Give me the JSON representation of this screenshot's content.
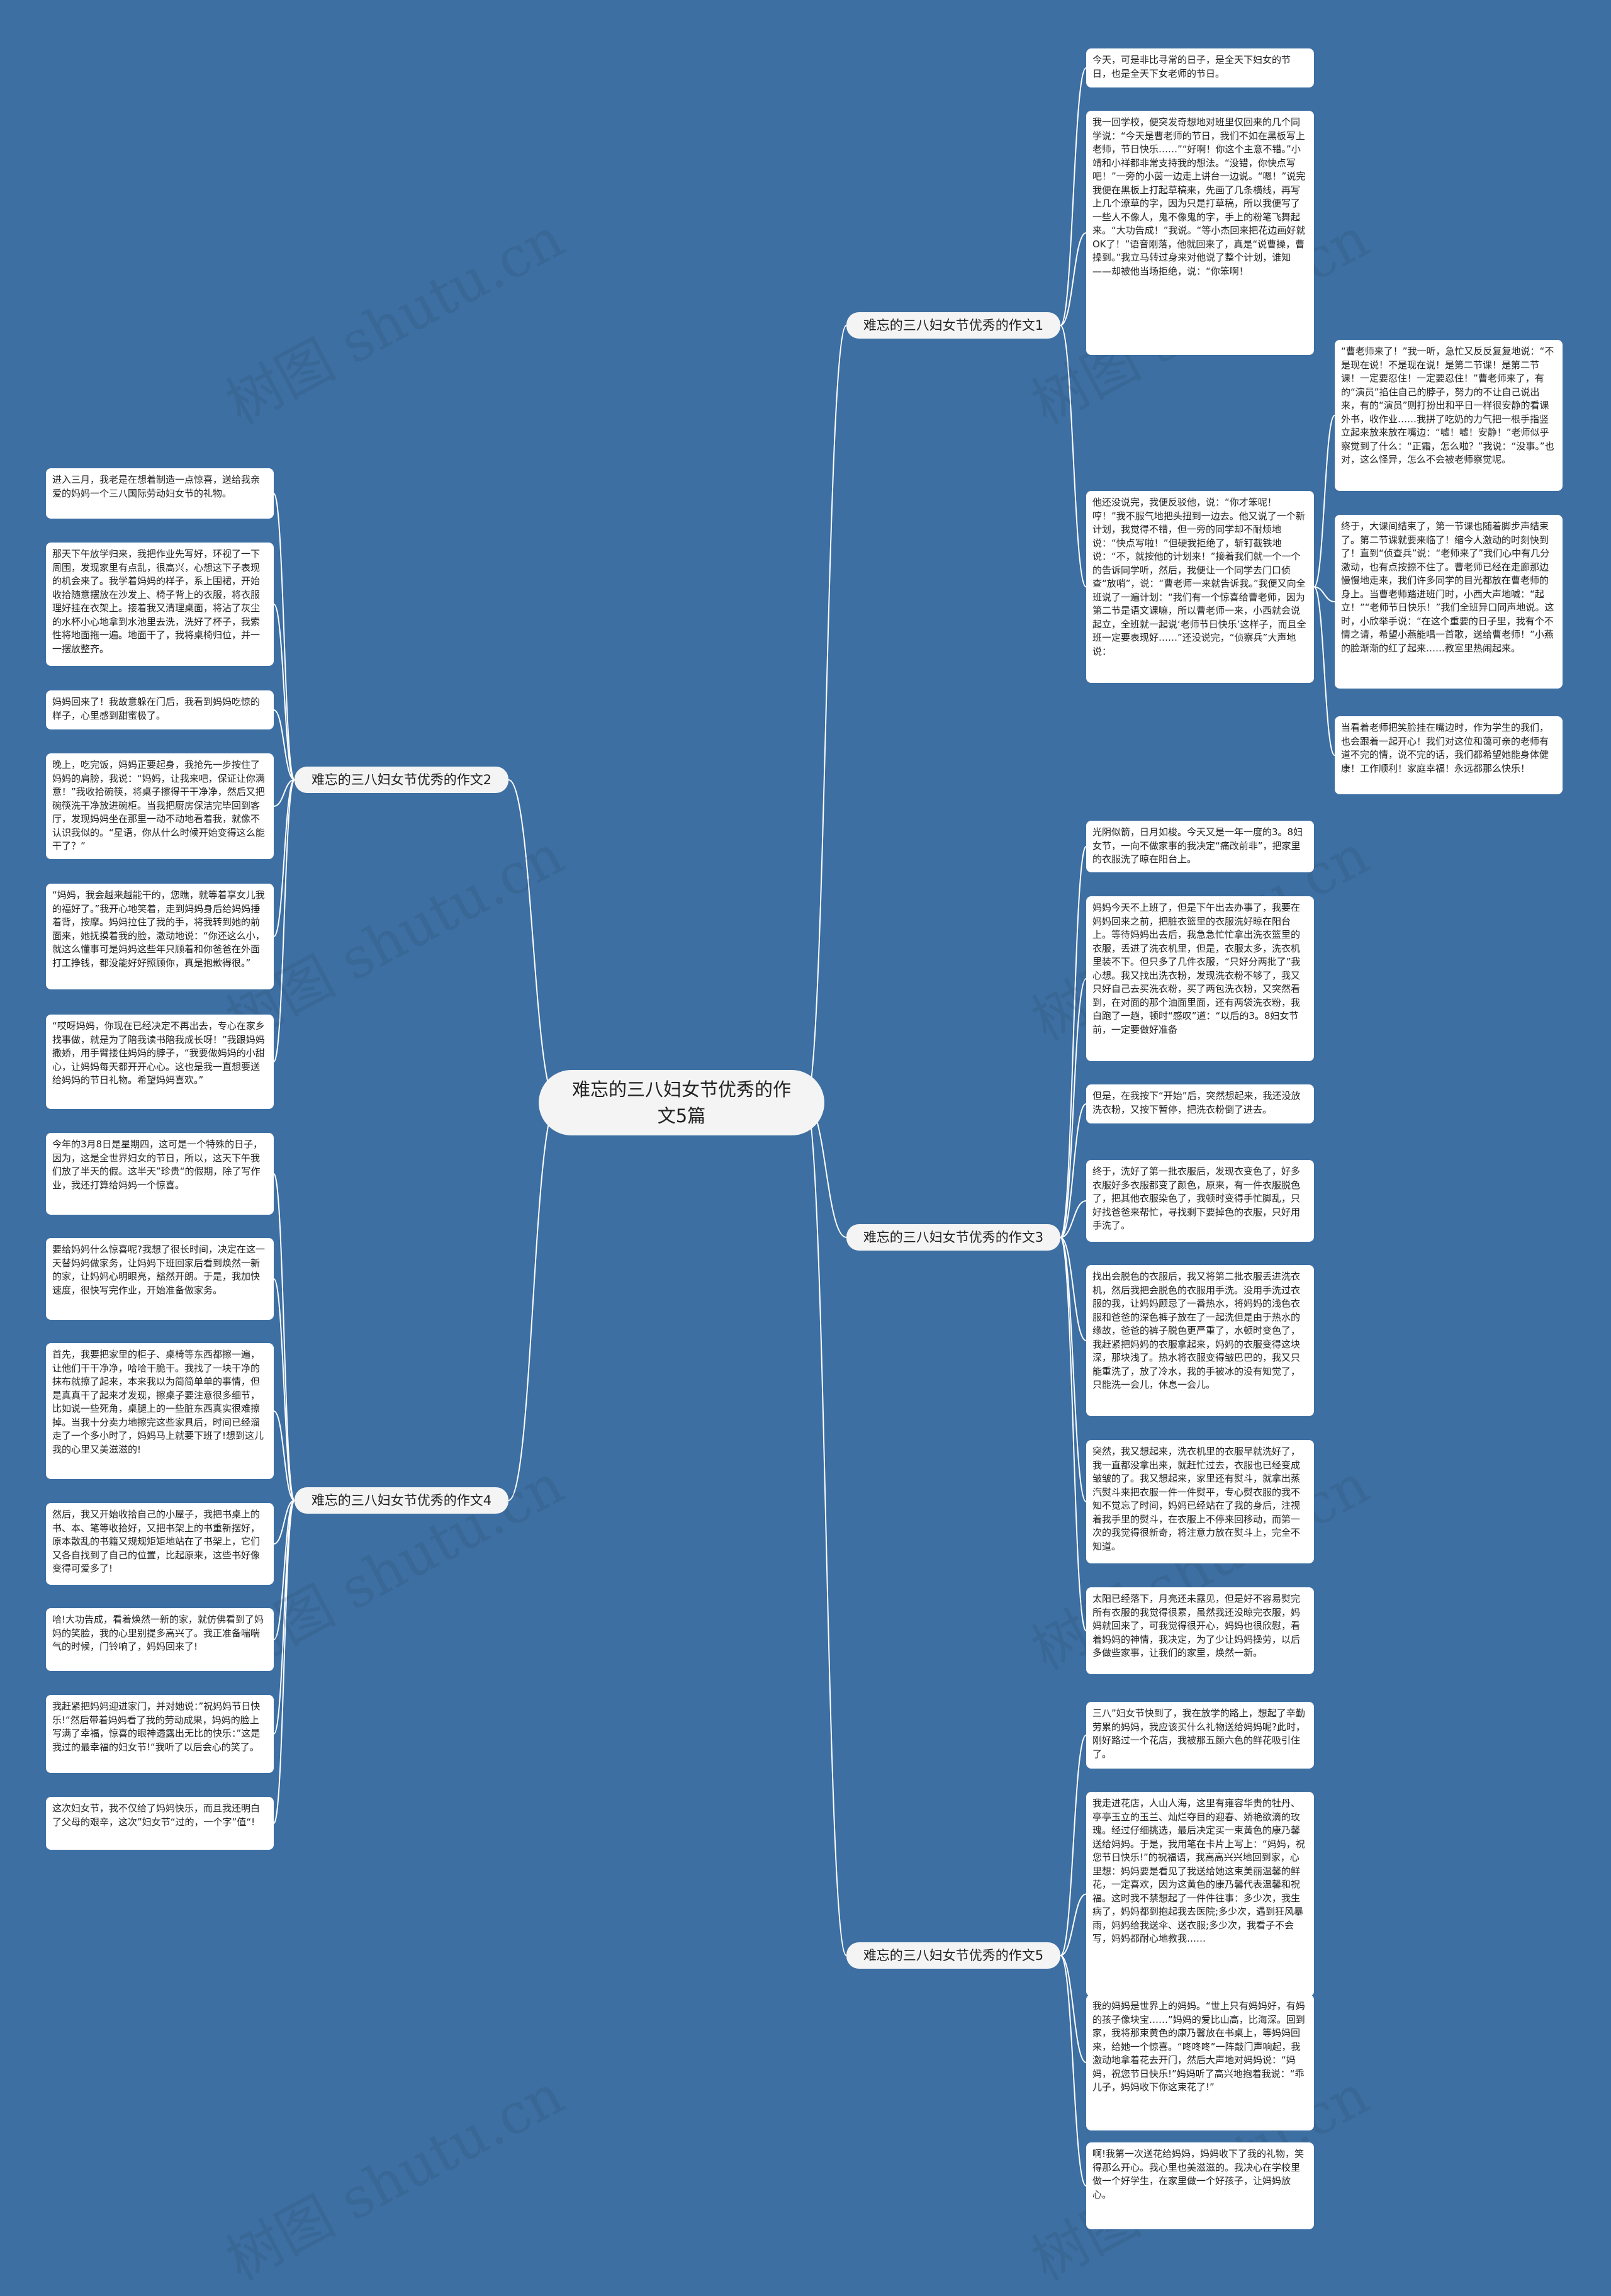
{
  "root": {
    "title": "难忘的三八妇女节优秀的作文5篇"
  },
  "branches": [
    {
      "label": "难忘的三八妇女节优秀的作文1",
      "notes": [
        "今天，可是非比寻常的日子，是全天下妇女的节日，也是全天下女老师的节日。",
        "我一回学校，便突发奇想地对班里仅回来的几个同学说：“今天是曹老师的节日，我们不如在黑板写上老师，节日快乐……”“好啊！你这个主意不错。”小靖和小祥都非常支持我的想法。“没错，你快点写吧！”一旁的小茵一边走上讲台一边说。“嗯！”说完我便在黑板上打起草稿来，先画了几条横线，再写上几个潦草的字，因为只是打草稿，所以我便写了一些人不像人，鬼不像鬼的字，手上的粉笔飞舞起来。“大功告成！”我说。“等小杰回来把花边画好就OK了！”语音刚落，他就回来了，真是“说曹操，曹操到。”我立马转过身来对他说了整个计划，谁知——却被他当场拒绝，说：“你笨啊！",
        "他还没说完，我便反驳他，说：“你才笨呢！哼！”我不服气地把头扭到一边去。他又说了一个新计划，我觉得不错，但一旁的同学却不耐烦地说：“快点写啦！”但硬我拒绝了，斩钉截铁地说：“不，就按他的计划来！”接着我们就一个一个的告诉同学听，然后，我便让一个同学去门口侦查“放哨”，说：“曹老师一来就告诉我。”我便又向全班说了一遍计划：“我们有一个惊喜给曹老师，因为第二节是语文课嘛，所以曹老师一来，小西就会说起立，全班就一起说‘老师节日快乐’这样子，而且全班一定要表现好……”还没说完，“侦察兵”大声地说：",
        "“曹老师来了！”我一听，急忙又反反复复地说：“不是现在说！不是现在说！是第二节课！是第二节课！一定要忍住！一定要忍住！”曹老师来了，有的“演员”掐住自己的脖子，努力的不让自己说出来，有的“演员”则打扮出和平日一样很安静的看课外书，收作业……我拼了吃奶的力气把一根手指竖立起来放来放在嘴边：“嘘！嘘！安静！”老师似乎察觉到了什么：“正霜，怎么啦？”我说：“没事。”也对，这么怪异，怎么不会被老师察觉呢。",
        "终于，大课间结束了，第一节课也随着脚步声结束了。第二节课就要来临了！缩今人激动的时刻快到了！直到“侦查兵”说：“老师来了”我们心中有几分激动，也有点按捺不住了。曹老师已经在走廊那边慢慢地走来，我们许多同学的目光都放在曹老师的身上。当曹老师踏进班门时，小西大声地喊：“起立！”“老师节日快乐！”我们全班异口同声地说。这时，小欣举手说：“在这个重要的日子里，我有个不情之请，希望小燕能唱一首歌，送给曹老师！”小燕的脸渐渐的红了起来……教室里热闹起来。",
        "当看着老师把笑脸挂在嘴边时，作为学生的我们，也会跟着一起开心！我们对这位和蔼可亲的老师有道不完的情，说不完的话，我们都希望她能身体健康！工作顺利！家庭幸福！永远都那么快乐！"
      ]
    },
    {
      "label": "难忘的三八妇女节优秀的作文2",
      "notes": [
        "进入三月，我老是在想着制造一点惊喜，送给我亲爱的妈妈一个三八国际劳动妇女节的礼物。",
        "那天下午放学归来，我把作业先写好，环视了一下周围，发现家里有点乱，很高兴，心想这下子表现的机会来了。我学着妈妈的样子，系上围裙，开始收拾随意摆放在沙发上、椅子背上的衣服，将衣服理好挂在衣架上。接着我又清理桌面，将沾了灰尘的水杯小心地拿到水池里去洗，洗好了杯子，我索性将地面拖一遍。地面干了，我将桌椅归位，并一一摆放整齐。",
        "妈妈回来了！我故意躲在门后，我看到妈妈吃惊的样子，心里感到甜蜜极了。",
        "晚上，吃完饭，妈妈正要起身，我抢先一步按住了妈妈的肩膀，我说：“妈妈，让我来吧，保证让你满意！”我收拾碗筷，将桌子擦得干干净净，然后又把碗筷洗干净放进碗柜。当我把厨房保洁完毕回到客厅，发现妈妈坐在那里一动不动地看着我，就像不认识我似的。“星语，你从什么时候开始变得这么能干了？”",
        "“妈妈，我会越来越能干的，您瞧，就等着享女儿我的福好了。”我开心地笑着，走到妈妈身后给妈妈捶着背，按摩。妈妈拉住了我的手，将我转到她的前面来，她抚摸着我的脸，激动地说：“你还这么小，就这么懂事可是妈妈这些年只顾着和你爸爸在外面打工挣钱，都没能好好照顾你，真是抱歉得很。”",
        "“哎呀妈妈，你现在已经决定不再出去，专心在家乡找事做，就是为了陪我读书陪我成长呀！”我跟妈妈撒娇，用手臂搂住妈妈的脖子，“我要做妈妈的小甜心，让妈妈每天都开开心心。这也是我一直想要送给妈妈的节日礼物。希望妈妈喜欢。”"
      ]
    },
    {
      "label": "难忘的三八妇女节优秀的作文3",
      "notes": [
        "光阴似箭，日月如梭。今天又是一年一度的3。8妇女节，一向不做家事的我决定“痛改前非”，把家里的衣服洗了晾在阳台上。",
        "妈妈今天不上班了，但是下午出去办事了，我要在妈妈回来之前，把脏衣篮里的衣服洗好晾在阳台上。等待妈妈出去后，我急急忙忙拿出洗衣篮里的衣服，丢进了洗衣机里，但是，衣服太多，洗衣机里装不下。但只多了几件衣服，“只好分两批了”我心想。我又找出洗衣粉，发现洗衣粉不够了，我又只好自己去买洗衣粉，买了两包洗衣粉，又突然看到，在对面的那个油面里面，还有两袋洗衣粉，我白跑了一趟，顿时“感叹”道：“以后的3。8妇女节前，一定要做好准备",
        "但是，在我按下“开始”后，突然想起来，我还没放洗衣粉，又按下暂停，把洗衣粉倒了进去。",
        "终于，洗好了第一批衣服后，发现衣变色了，好多衣服好多衣服都变了颜色，原来，有一件衣服脱色了，把其他衣服染色了，我顿时变得手忙脚乱，只好找爸爸来帮忙，寻找剩下要掉色的衣服，只好用手洗了。",
        "找出会脱色的衣服后，我又将第二批衣服丢进洗衣机，然后我把会脱色的衣服用手洗。没用手洗过衣服的我，让妈妈顾忌了一番热水，将妈妈的浅色衣服和爸爸的深色裤子放在了一起洗但是由于热水的缘故，爸爸的裤子脱色更严重了，水顿时变色了，我赶紧把妈妈的衣服拿起来，妈妈的衣服变得这块深，那块浅了。热水将衣服变得皱巴巴的，我又只能重洗了，放了冷水，我的手被冰的没有知觉了，只能洗一会儿，休息一会儿。",
        "突然，我又想起来，洗衣机里的衣服早就洗好了，我一直都没拿出来，就赶忙过去，衣服也已经变成皱皱的了。我又想起来，家里还有熨斗，就拿出蒸汽熨斗来把衣服一件一件熨平，专心熨衣服的我不知不觉忘了时间，妈妈已经站在了我的身后，注视着我手里的熨斗，在衣服上不停来回移动，而第一次的我觉得很新奇，将注意力放在熨斗上，完全不知道。",
        "太阳已经落下，月亮还未露见，但是好不容易熨完所有衣服的我觉得很累，虽然我还没晾完衣服，妈妈就回来了，可我觉得很开心，妈妈也很欣慰，看着妈妈的神情，我决定，为了少让妈妈操劳，以后多做些家事，让我们的家里，焕然一新。"
      ]
    },
    {
      "label": "难忘的三八妇女节优秀的作文4",
      "notes": [
        "今年的3月8日是星期四，这可是一个特殊的日子，因为，这是全世界妇女的节日，所以，这天下午我们放了半天的假。这半天”珍贵“的假期，除了写作业，我还打算给妈妈一个惊喜。",
        "要给妈妈什么惊喜呢?我想了很长时间，决定在这一天替妈妈做家务，让妈妈下班回家后看到焕然一新的家，让妈妈心明眼亮，豁然开朗。于是，我加快速度，很快写完作业，开始准备做家务。",
        "首先，我要把家里的柜子、桌椅等东西都擦一遍，让他们干干净净，哈哈干脆干。我找了一块干净的抹布就擦了起来，本来我以为简简单单的事情，但是真真干了起来才发现，擦桌子要注意很多细节，比如说一些死角，桌腿上的一些脏东西真实很难擦掉。当我十分卖力地擦完这些家具后，时间已经溜走了一个多小时了，妈妈马上就要下班了!想到这儿我的心里又美滋滋的!",
        "然后，我又开始收拾自己的小屋子，我把书桌上的书、本、笔等收拾好，又把书架上的书重新摆好，原本散乱的书籍又规规矩矩地站在了书架上，它们又各自找到了自己的位置，比起原来，这些书好像变得可爱多了!",
        "哈!大功告成，看着焕然一新的家，就仿佛看到了妈妈的笑脸，我的心里别提多高兴了。我正准备喘喘气的时候，门铃响了，妈妈回来了!",
        "我赶紧把妈妈迎进家门，并对她说：”祝妈妈节日快乐!“然后带着妈妈看了我的劳动成果，妈妈的脸上写满了幸福，惊喜的眼神透露出无比的快乐：”这是我过的最幸福的妇女节!“我听了以后会心的笑了。",
        "这次妇女节，我不仅给了妈妈快乐，而且我还明白了父母的艰辛，这次”妇女节“过的，一个字”值“!"
      ]
    },
    {
      "label": "难忘的三八妇女节优秀的作文5",
      "notes": [
        "三八”妇女节快到了，我在放学的路上，想起了辛勤劳累的妈妈，我应该买什么礼物送给妈妈呢?此时，刚好路过一个花店，我被那五颜六色的鲜花吸引住了。",
        "我走进花店，人山人海，这里有雍容华贵的牡丹、亭亭玉立的玉兰、灿烂夺目的迎春、娇艳欲滴的玫瑰。经过仔细挑选，最后决定买一束黄色的康乃馨送给妈妈。于是，我用笔在卡片上写上：“妈妈，祝您节日快乐!”的祝福语，我高高兴兴地回到家，心里想：妈妈要是看见了我送给她这束美丽温馨的鲜花，一定喜欢，因为这黄色的康乃馨代表温馨和祝福。这时我不禁想起了一件件往事：多少次，我生病了，妈妈都到抱起我去医院;多少次，遇到狂风暴雨，妈妈给我送伞、送衣服;多少次，我看子不会写，妈妈都耐心地教我……",
        "我的妈妈是世界上的妈妈。“世上只有妈妈好，有妈的孩子像块宝……”妈妈的爱比山高，比海深。回到家，我将那束黄色的康乃馨放在书桌上，等妈妈回来，给她一个惊喜。“咚咚咚”一阵敲门声响起，我激动地拿着花去开门，然后大声地对妈妈说：“妈妈，祝您节日快乐!”妈妈听了高兴地抱着我说：“乖儿子，妈妈收下你这束花了!”",
        "啊!我第一次送花给妈妈，妈妈收下了我的礼物，笑得那么开心。我心里也美滋滋的。我决心在学校里做一个好学生，在家里做一个好孩子，让妈妈放心。"
      ]
    }
  ],
  "watermark": "树图 shutu.cn",
  "colors": {
    "background": "#3d6fa3",
    "node": "#f4f4f4",
    "note": "#ffffff",
    "link": "#ffffff"
  }
}
